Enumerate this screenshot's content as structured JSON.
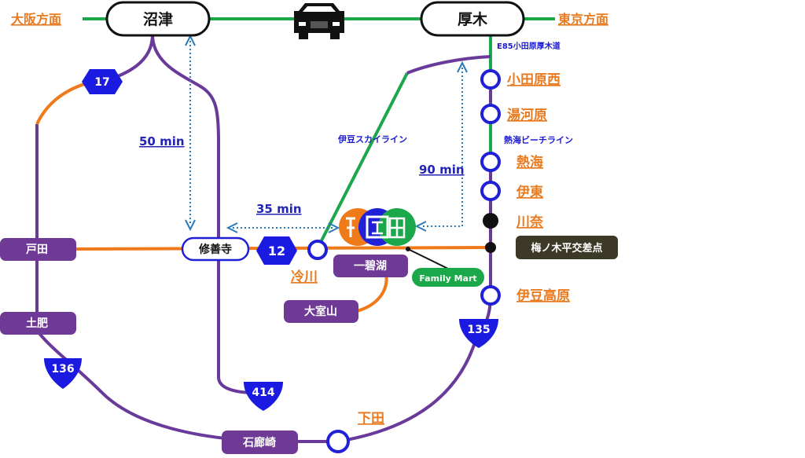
{
  "colors": {
    "green": "#1aa84a",
    "purple": "#6a3a9a",
    "orange": "#ef7a1a",
    "blue": "#2020d6",
    "pill_purple": "#6e3a96",
    "dark_box": "#3c3a26",
    "label_orange": "#ea7a1e",
    "time_blue": "#2323b4"
  },
  "top": {
    "osaka": "大阪方面",
    "numazu": "沼津",
    "atsugi": "厚木",
    "tokyo": "東京方面",
    "car_icon": "car-icon"
  },
  "roads": {
    "e85": "E85小田原厚木道",
    "skyline": "伊豆スカイライン",
    "beach_line": "熱海ビーチライン"
  },
  "route_numbers": {
    "r17": "17",
    "r12": "12",
    "r136": "136",
    "r414": "414",
    "r135": "135"
  },
  "times": {
    "t50": "50 min",
    "t35": "35 min",
    "t90": "90 min"
  },
  "stops": {
    "odawara_nishi": "小田原西",
    "yugawara": "湯河原",
    "atami": "熱海",
    "ito": "伊東",
    "kawana": "川奈",
    "izukogen": "伊豆高原",
    "shimoda": "下田",
    "hiekawa": "冷川"
  },
  "places": {
    "heda": "戸田",
    "toi": "土肥",
    "shuzenji": "修善寺",
    "ippekiko": "一碧湖",
    "omuroyama": "大室山",
    "irozaki": "石廊崎",
    "umenoki": "梅ノ木平交差点",
    "family_mart": "Family Mart"
  },
  "destination_logo": "hotel-logo"
}
